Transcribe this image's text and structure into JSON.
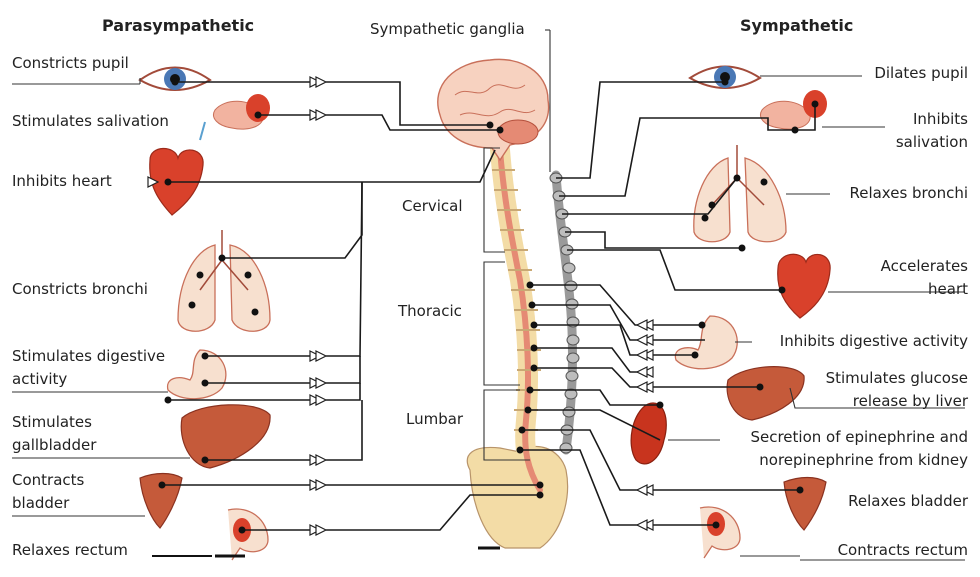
{
  "headers": {
    "parasympathetic": "Parasympathetic",
    "ganglia": "Sympathetic ganglia",
    "sympathetic": "Sympathetic"
  },
  "regions": {
    "cervical": "Cervical",
    "thoracic": "Thoracic",
    "lumbar": "Lumbar"
  },
  "left_labels": {
    "constricts_pupil": "Constricts pupil",
    "stimulates_salivation": "Stimulates salivation",
    "inhibits_heart": "Inhibits heart",
    "constricts_bronchi": "Constricts bronchi",
    "stimulates_digestive": "Stimulates digestive\nactivity",
    "stimulates_gallbladder": "Stimulates\ngallbladder",
    "contracts_bladder": "Contracts\nbladder",
    "relaxes_rectum": "Relaxes rectum"
  },
  "right_labels": {
    "dilates_pupil": "Dilates pupil",
    "inhibits_salivation": "Inhibits\nsalivation",
    "relaxes_bronchi": "Relaxes bronchi",
    "accelerates_heart": "Accelerates\nheart",
    "inhibits_digestive": "Inhibits digestive activity",
    "stimulates_glucose": "Stimulates glucose\nrelease by liver",
    "secretion_epinephrine": "Secretion of epinephrine and\nnorepinephrine from kidney",
    "relaxes_bladder": "Relaxes bladder",
    "contracts_rectum": "Contracts rectum"
  },
  "colors": {
    "organ_red": "#d9412b",
    "organ_pink": "#f2b3a0",
    "skin_pale": "#f7e0cf",
    "bone": "#f3dca6",
    "ganglia_gray": "#9a9a9a",
    "line": "#1a1a1a"
  }
}
